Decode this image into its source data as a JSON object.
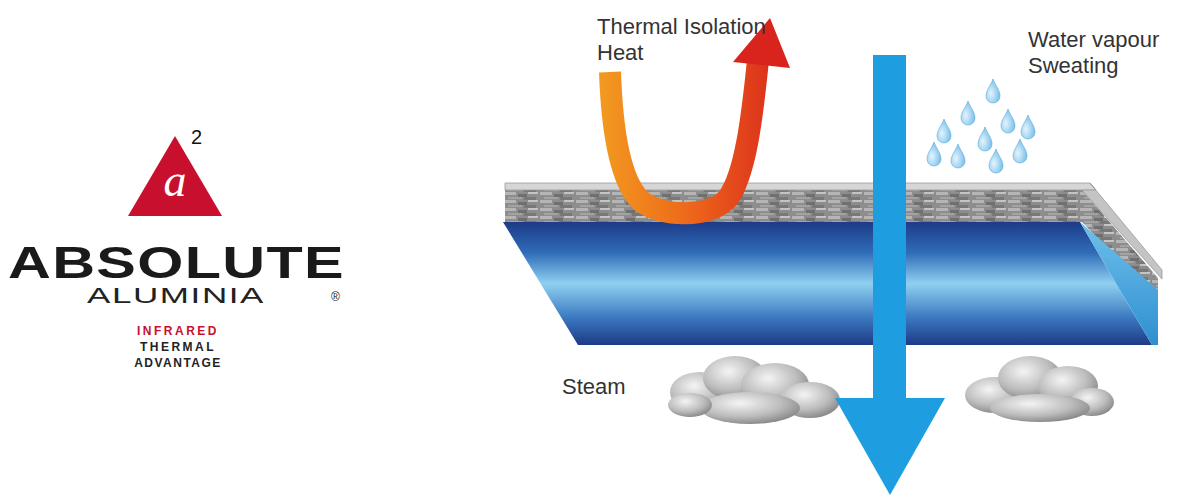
{
  "diagram": {
    "nodes": [
      {
        "text": [
          "a"
        ]
      }
    ],
    "labels": [
      "2",
      "ABSOLUTE",
      "ALUMINIA",
      "®",
      "INFRARED",
      "THERMAL",
      "ADVANTAGE",
      "Thermal Isolation Heat",
      "Water vapour Sweating",
      "Steam"
    ]
  }
}
